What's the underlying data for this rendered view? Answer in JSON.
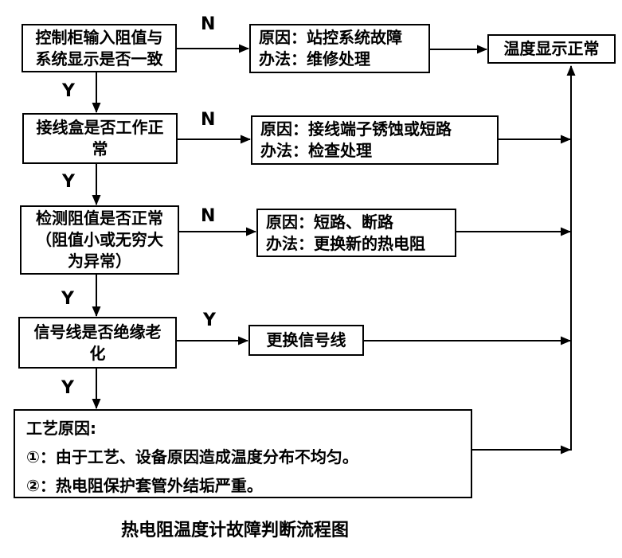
{
  "title": "热电阻温度计故障判断流程图",
  "labels": {
    "yes": "Y",
    "no": "N"
  },
  "colors": {
    "line": "#000000",
    "background": "#ffffff",
    "text": "#000000"
  },
  "nodes": {
    "decision1": {
      "line1": "控制柜输入阻值与",
      "line2": "系统显示是否一致"
    },
    "cause1": {
      "line1": "原因：站控系统故障",
      "line2": "办法：维修处理"
    },
    "normal": {
      "text": "温度显示正常"
    },
    "decision2": {
      "line1": "接线盒是否工作正",
      "line2": "常"
    },
    "cause2": {
      "line1": "原因：接线端子锈蚀或短路",
      "line2": "办法：检查处理"
    },
    "decision3": {
      "line1": "检测阻值是否正常",
      "line2": "（阻值小或无穷大",
      "line3": "为异常）"
    },
    "cause3": {
      "line1": "原因：短路、断路",
      "line2": "办法：更换新的热电阻"
    },
    "decision4": {
      "line1": "信号线是否绝缘老",
      "line2": "化"
    },
    "action4": {
      "text": "更换信号线"
    },
    "process": {
      "line1": "工艺原因:",
      "line2": "①：由于工艺、设备原因造成温度分布不均匀。",
      "line3": "②：热电阻保护套管外结垢严重。"
    }
  }
}
